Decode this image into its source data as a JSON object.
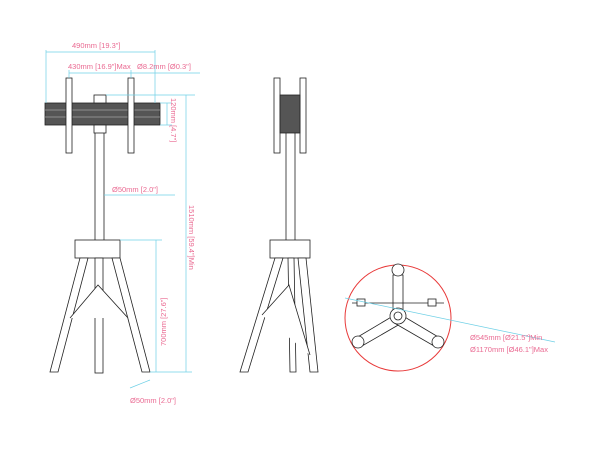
{
  "dimensions": {
    "overall_width": "490mm [19.3\"]",
    "vesa_width": "430mm [16.9\"]Max",
    "bolt_diameter": "Ø8.2mm [Ø0.3\"]",
    "bracket_height": "120mm [4.7\"]",
    "pole_diameter": "Ø50mm [2.0\"]",
    "total_height": "1510mm [59.4\"]Min",
    "base_height": "700mm [27.6\"]",
    "foot_diameter": "Ø50mm [2.0\"]",
    "footprint_min": "Ø545mm [Ø21.5\"]Min",
    "footprint_max": "Ø1170mm [Ø46.1\"]Max"
  },
  "colors": {
    "dimension_line": "#6fd0e6",
    "dimension_text": "#ea6a92",
    "footprint_circle": "#e83a3a"
  }
}
